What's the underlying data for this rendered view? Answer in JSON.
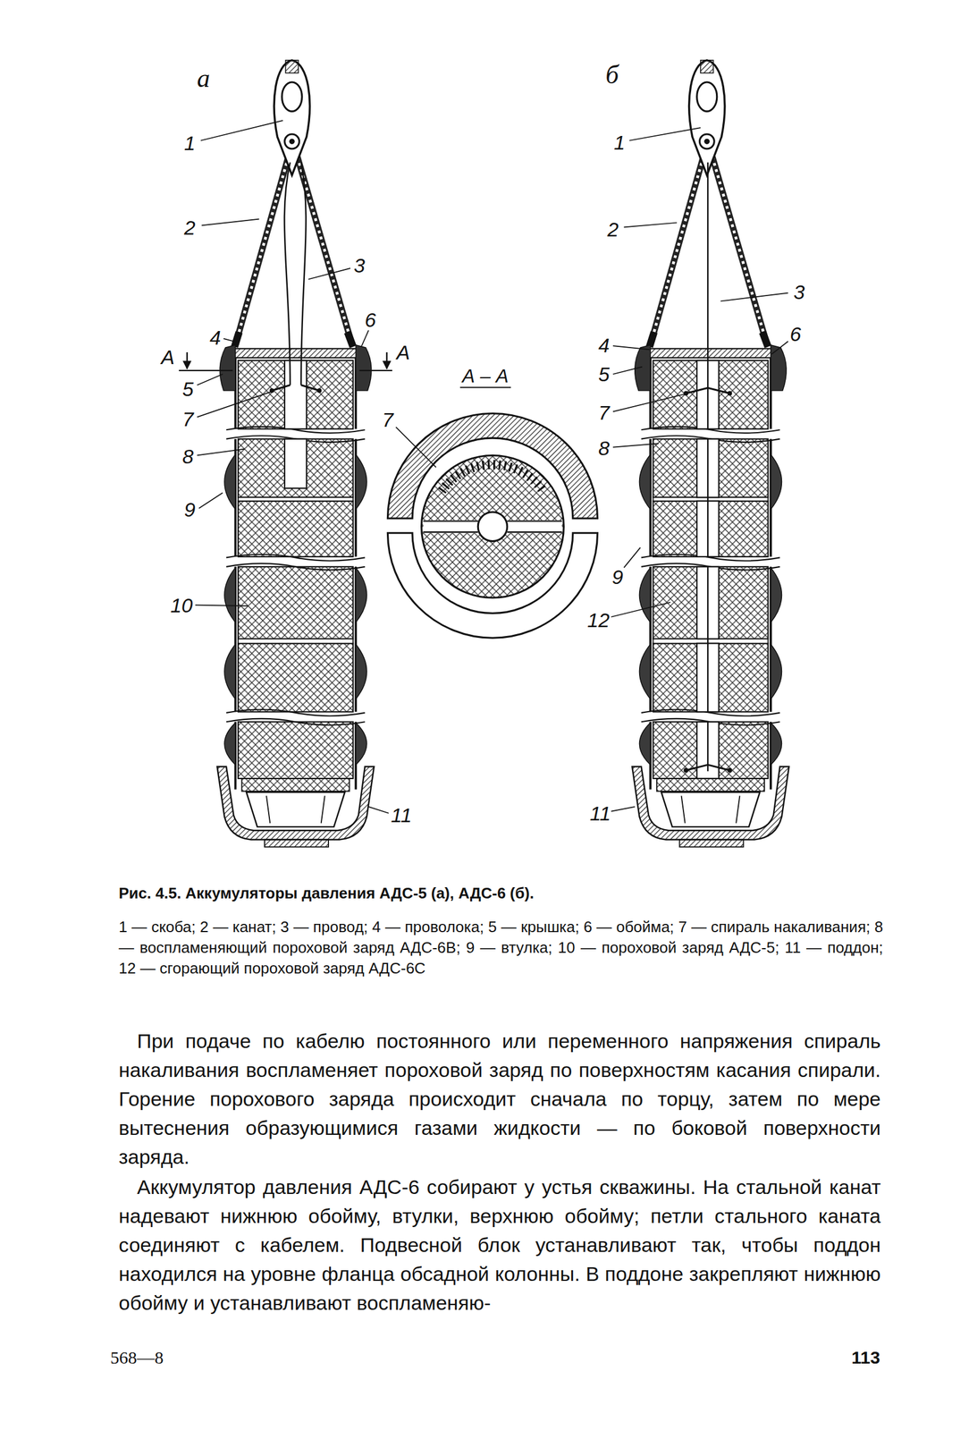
{
  "diagram": {
    "caption": "Рис. 4.5. Аккумуляторы давления АДС-5 (а), АДС-6 (б).",
    "labels": [
      "а",
      "1",
      "2",
      "3",
      "4",
      "6",
      "А",
      "5",
      "7",
      "8",
      "9",
      "10",
      "11",
      "А",
      "А – А",
      "7",
      "б",
      "1",
      "2",
      "3",
      "4",
      "6",
      "5",
      "7",
      "8",
      "9",
      "12",
      "11",
      "1 — скоба; 2 — канат; 3 — провод; 4 — проволока; 5 — крышка; 6 — обойма; 7 — спираль накаливания; 8 — воспламеняющий пороховой заряд АДС-6В; 9 — втулка; 10 — пороховой заряд АДС-5; 11 — поддон; 12 — сгорающий пороховой заряд АДС-6С",
      "При подаче по кабелю постоянного или переменного напряжения спираль накаливания воспламеняет пороховой заряд по поверхностям касания спирали. Горение порохового заряда происходит сначала по торцу, затем по мере вытеснения образующимися газами жидкости — по боковой поверхности заряда.",
      "Аккумулятор давления АДС-6 собирают у устья скважины. На стальной канат надевают нижнюю обойму, втулки, верхнюю обойму; петли стального каната соединяют с кабелем. Подвесной блок устанавливают так, чтобы поддон находился на уровне фланца обсадной колонны. В поддоне закрепляют нижнюю обойму и устанавливают воспламеняю-",
      "568—8",
      "113"
    ]
  }
}
